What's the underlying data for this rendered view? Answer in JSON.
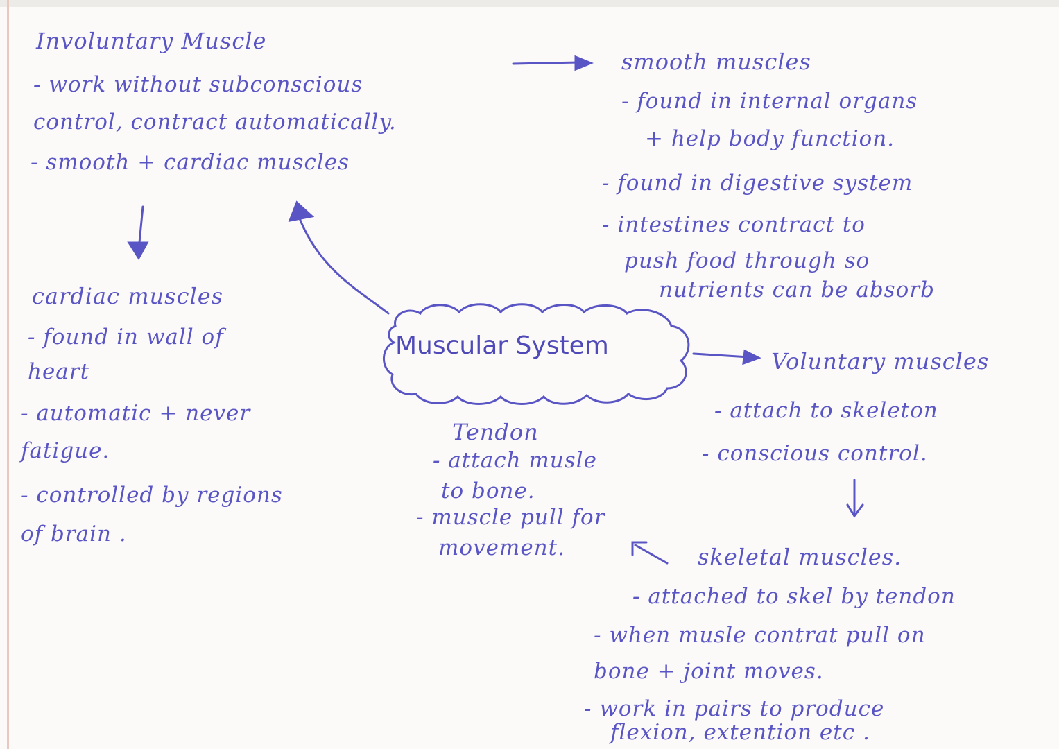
{
  "involuntary": {
    "heading": "Involuntary Muscle",
    "line1": "- work without subconscious",
    "line2": "control, contract automatically.",
    "line3": "- smooth + cardiac muscles"
  },
  "smooth": {
    "heading": "smooth muscles",
    "line1": "- found in internal organs",
    "line2": "+ help body function.",
    "line3": "- found in digestive system",
    "line4": "- intestines contract to",
    "line5": "push food through so",
    "line6": "nutrients can be absorb"
  },
  "cardiac": {
    "heading": "cardiac muscles",
    "line1": "- found in wall of",
    "line2": "heart",
    "line3": "- automatic + never",
    "line4": "fatigue.",
    "line5": "- controlled by regions",
    "line6": "of brain ."
  },
  "center": {
    "label": "Muscular System"
  },
  "voluntary": {
    "heading": "Voluntary muscles",
    "line1": "- attach to skeleton",
    "line2": "- conscious control."
  },
  "tendon": {
    "heading": "Tendon",
    "line1": "- attach musle",
    "line2": "to bone.",
    "line3": "- muscle pull for",
    "line4": "movement."
  },
  "skeletal": {
    "heading": "skeletal muscles.",
    "line1": "- attached to skel by tendon",
    "line2": "- when musle contrat pull on",
    "line3": "bone + joint moves.",
    "line4": "- work in pairs to produce",
    "line5": "flexion, extention etc ."
  },
  "colors": {
    "ink": "#5a55c4",
    "paper": "#fbfaf8"
  }
}
